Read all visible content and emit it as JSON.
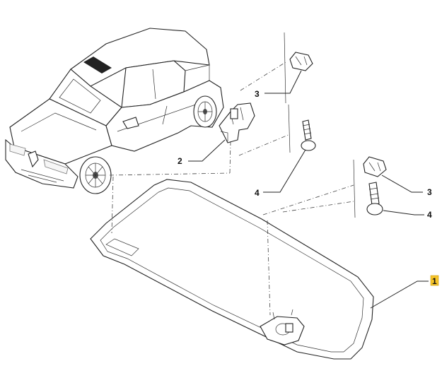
{
  "diagram": {
    "callouts": [
      {
        "id": "c1",
        "label": "1",
        "highlight": true
      },
      {
        "id": "c2",
        "label": "2",
        "highlight": false
      },
      {
        "id": "c3a",
        "label": "3",
        "highlight": false
      },
      {
        "id": "c3b",
        "label": "3",
        "highlight": false
      },
      {
        "id": "c4a",
        "label": "4",
        "highlight": false
      },
      {
        "id": "c4b",
        "label": "4",
        "highlight": false
      }
    ],
    "highlight_color": "#f7c52a",
    "icons": [
      "car-illustration",
      "sun-visor",
      "visor-bracket",
      "retaining-clip",
      "mounting-screw"
    ]
  }
}
